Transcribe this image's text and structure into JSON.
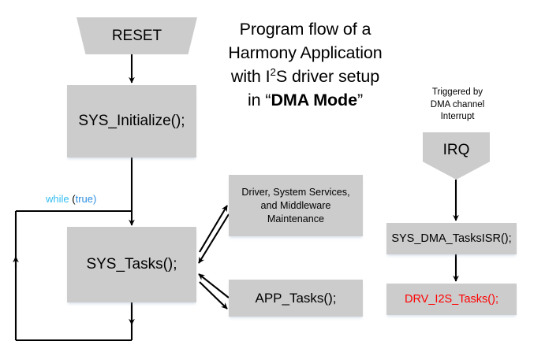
{
  "diagram": {
    "type": "flowchart",
    "title_lines": [
      "Program flow of a",
      "Harmony Application",
      "with I²S driver setup",
      "in “DMA Mode”"
    ],
    "title": {
      "line1": "Program flow of a",
      "line2": "Harmony Application",
      "line3_prefix": "with I",
      "line3_sup": "2",
      "line3_suffix": "S driver setup",
      "line4_prefix": "in “",
      "line4_bold": "DMA Mode",
      "line4_suffix": "”"
    },
    "colors": {
      "node_fill": "#cccccc",
      "node_text": "#000000",
      "highlight_text": "#ff0000",
      "keyword": "#34bdf0",
      "value": "#2e8fe0",
      "connector": "#000000",
      "background": "#ffffff"
    },
    "nodes": {
      "reset": {
        "label": "RESET",
        "shape": "trapezoid"
      },
      "sys_initialize": {
        "label": "SYS_Initialize();",
        "shape": "rectangle"
      },
      "sys_tasks": {
        "label": "SYS_Tasks();",
        "shape": "rectangle"
      },
      "driver_maintenance": {
        "shape": "rectangle",
        "line1": "Driver, System Services,",
        "line2": "and Middleware",
        "line3": "Maintenance"
      },
      "app_tasks": {
        "label": "APP_Tasks();",
        "shape": "rectangle"
      },
      "irq": {
        "label": "IRQ",
        "shape": "pentagon-down"
      },
      "sys_dma_tasks_isr": {
        "label": "SYS_DMA_TasksISR();",
        "shape": "rectangle"
      },
      "drv_i2s_tasks": {
        "label": "DRV_I2S_Tasks();",
        "shape": "rectangle"
      }
    },
    "annotations": {
      "while_loop": {
        "keyword": "while",
        "open_paren": " (",
        "value": "true)"
      },
      "trigger_note": {
        "line1": "Triggered by",
        "line2": "DMA channel",
        "line3": "Interrupt"
      }
    }
  }
}
